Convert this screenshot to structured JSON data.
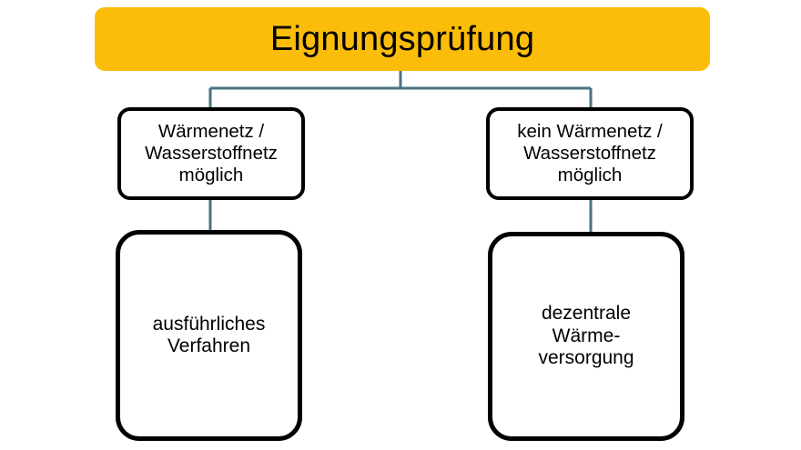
{
  "diagram": {
    "title": "Eignungsprüfung",
    "colors": {
      "root_fill": "#FBBD0A",
      "node_border": "#000000",
      "node_fill": "#FFFFFF",
      "connector": "#4A7280",
      "text": "#000000",
      "background": "#FFFFFF"
    },
    "nodes": {
      "root": {
        "label": "Eignungsprüfung"
      },
      "condition_left": {
        "label": "Wärmenetz /\nWasserstoffnetz\nmöglich"
      },
      "condition_right": {
        "label": "kein Wärmenetz /\nWasserstoffnetz\nmöglich"
      },
      "outcome_left": {
        "label": "ausführliches\nVerfahren"
      },
      "outcome_right": {
        "label": "dezentrale\nWärme-\nversorgung"
      }
    },
    "connectors": [
      {
        "name": "root-to-split-stem",
        "from": "root",
        "to": "split-bar"
      },
      {
        "name": "split-bar",
        "from": "split-bar-left",
        "to": "split-bar-right"
      },
      {
        "name": "split-to-condition-left",
        "from": "split-bar",
        "to": "condition_left"
      },
      {
        "name": "split-to-condition-right",
        "from": "split-bar",
        "to": "condition_right"
      },
      {
        "name": "condition-left-to-outcome-left",
        "from": "condition_left",
        "to": "outcome_left"
      },
      {
        "name": "condition-right-to-outcome-right",
        "from": "condition_right",
        "to": "outcome_right"
      }
    ]
  }
}
